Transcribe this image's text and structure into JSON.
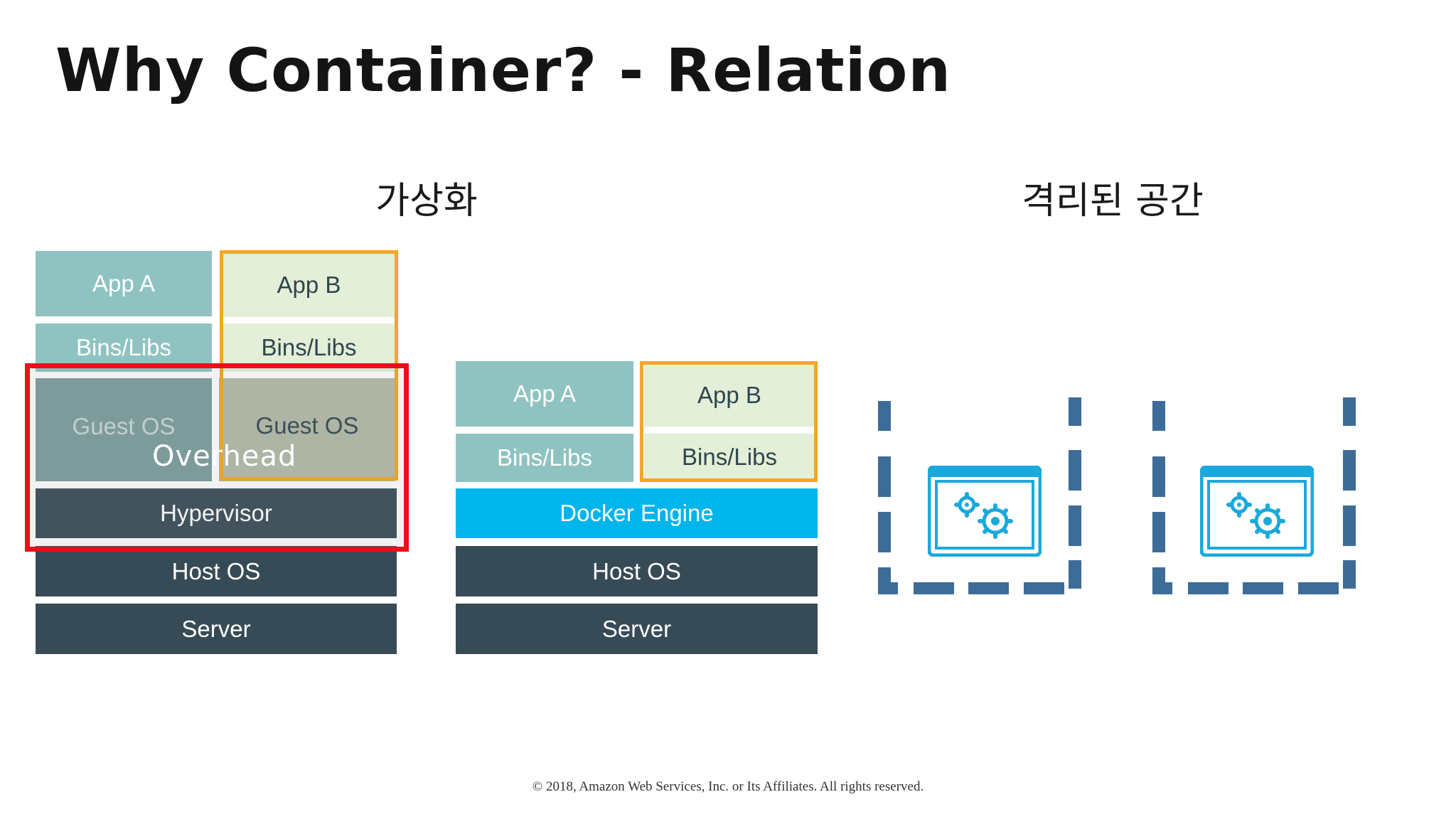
{
  "title": "Why Container? - Relation",
  "section_labels": {
    "virtualization": "가상화",
    "isolated_space": "격리된 공간"
  },
  "vm_stack": {
    "app_a": "App A",
    "app_b": "App B",
    "bins_a": "Bins/Libs",
    "bins_b": "Bins/Libs",
    "guest_a": "Guest OS",
    "guest_b": "Guest OS",
    "overhead": "Overhead",
    "hypervisor": "Hypervisor",
    "host_os": "Host OS",
    "server": "Server"
  },
  "container_stack": {
    "app_a": "App A",
    "app_b": "App B",
    "bins_a": "Bins/Libs",
    "bins_b": "Bins/Libs",
    "docker_engine": "Docker Engine",
    "host_os": "Host OS",
    "server": "Server"
  },
  "footer": "© 2018, Amazon Web Services, Inc. or Its Affiliates. All rights reserved.",
  "colors": {
    "teal": "#8fc3c1",
    "light_green": "#e3efd6",
    "dark_slate": "#374b56",
    "docker_blue": "#00b4ec",
    "highlight_orange": "#f5a623",
    "highlight_red": "#e8101a",
    "dashed_border": "#3d6c99",
    "window_icon": "#1aa9dc"
  },
  "icons": [
    "container-window-gears-icon",
    "container-window-gears-icon"
  ]
}
